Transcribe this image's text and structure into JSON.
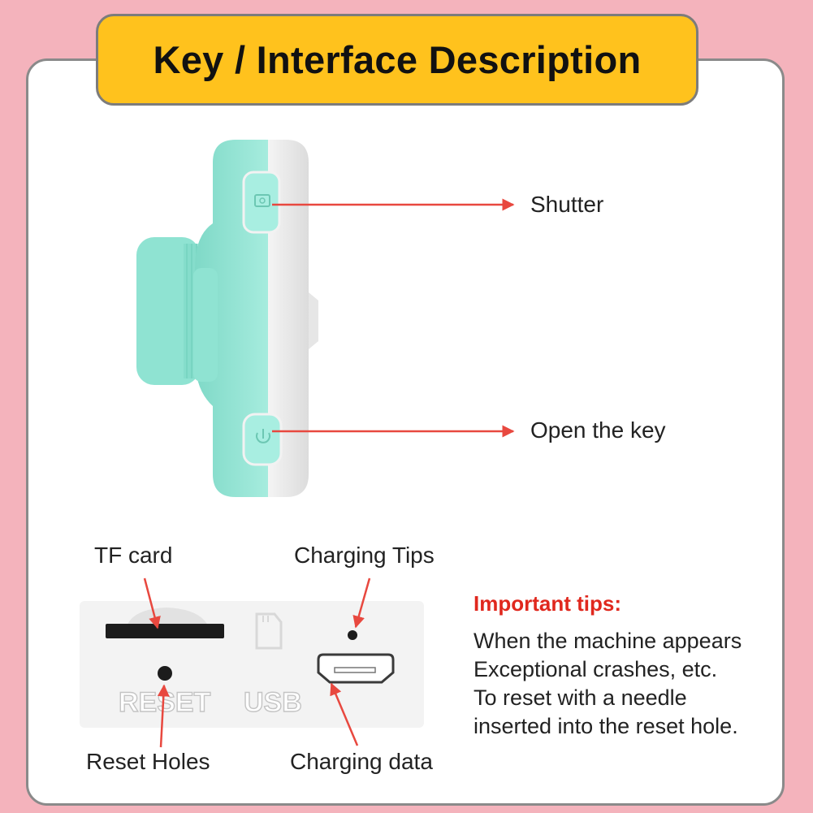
{
  "banner": {
    "title": "Key / Interface Description"
  },
  "labels": {
    "shutter": "Shutter",
    "open_key": "Open the key",
    "tf_card": "TF card",
    "charging_tips": "Charging Tips",
    "reset_holes": "Reset Holes",
    "charging_data": "Charging data"
  },
  "panel_markings": {
    "reset": "RESET",
    "usb": "USB"
  },
  "tips": {
    "heading": "Important tips:",
    "lines": [
      "When the machine appears",
      "Exceptional crashes, etc.",
      "To reset with a needle",
      "inserted into the reset hole."
    ]
  },
  "colors": {
    "background": "#f4b3bc",
    "banner": "#ffc21d",
    "camera_mint": "#8fe3d2",
    "arrow": "#e8483f",
    "tips_heading": "#e0281e"
  },
  "icons": [
    "camera-shutter-icon",
    "power-icon",
    "micro-sd-icon",
    "micro-usb-port-icon"
  ]
}
